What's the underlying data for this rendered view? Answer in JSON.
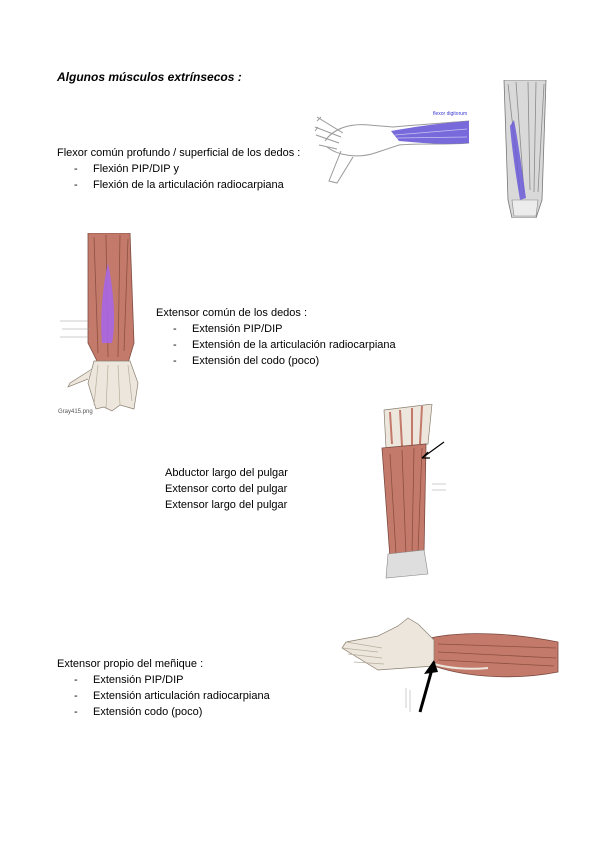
{
  "heading": "Algunos músculos extrínsecos :",
  "sections": [
    {
      "title": "Flexor común profundo / superficial de los dedos :",
      "items": [
        "Flexión PIP/DIP y",
        "Flexión de la articulación radiocarpiana"
      ]
    },
    {
      "title": "Extensor común de los dedos :",
      "items": [
        "Extensión PIP/DIP",
        "Extensión de la articulación radiocarpiana",
        "Extensión del codo (poco)"
      ]
    },
    {
      "lines": [
        "Abductor largo del pulgar",
        "Extensor corto del pulgar",
        "Extensor largo del pulgar"
      ]
    },
    {
      "title": "Extensor propio del meñique :",
      "items": [
        "Extensión PIP/DIP",
        "Extensión articulación radiocarpiana",
        "Extensión codo (poco)"
      ]
    }
  ],
  "figures": {
    "fig1_label": "flexor digitorum",
    "fig3_label": "Gray415.png"
  },
  "colors": {
    "highlight_blue": "#6a5ad8",
    "highlight_purple": "#a766e6",
    "muscle_red": "#c47a6a",
    "tendon": "#ece6dc",
    "sketch": "#9a9a9a"
  }
}
